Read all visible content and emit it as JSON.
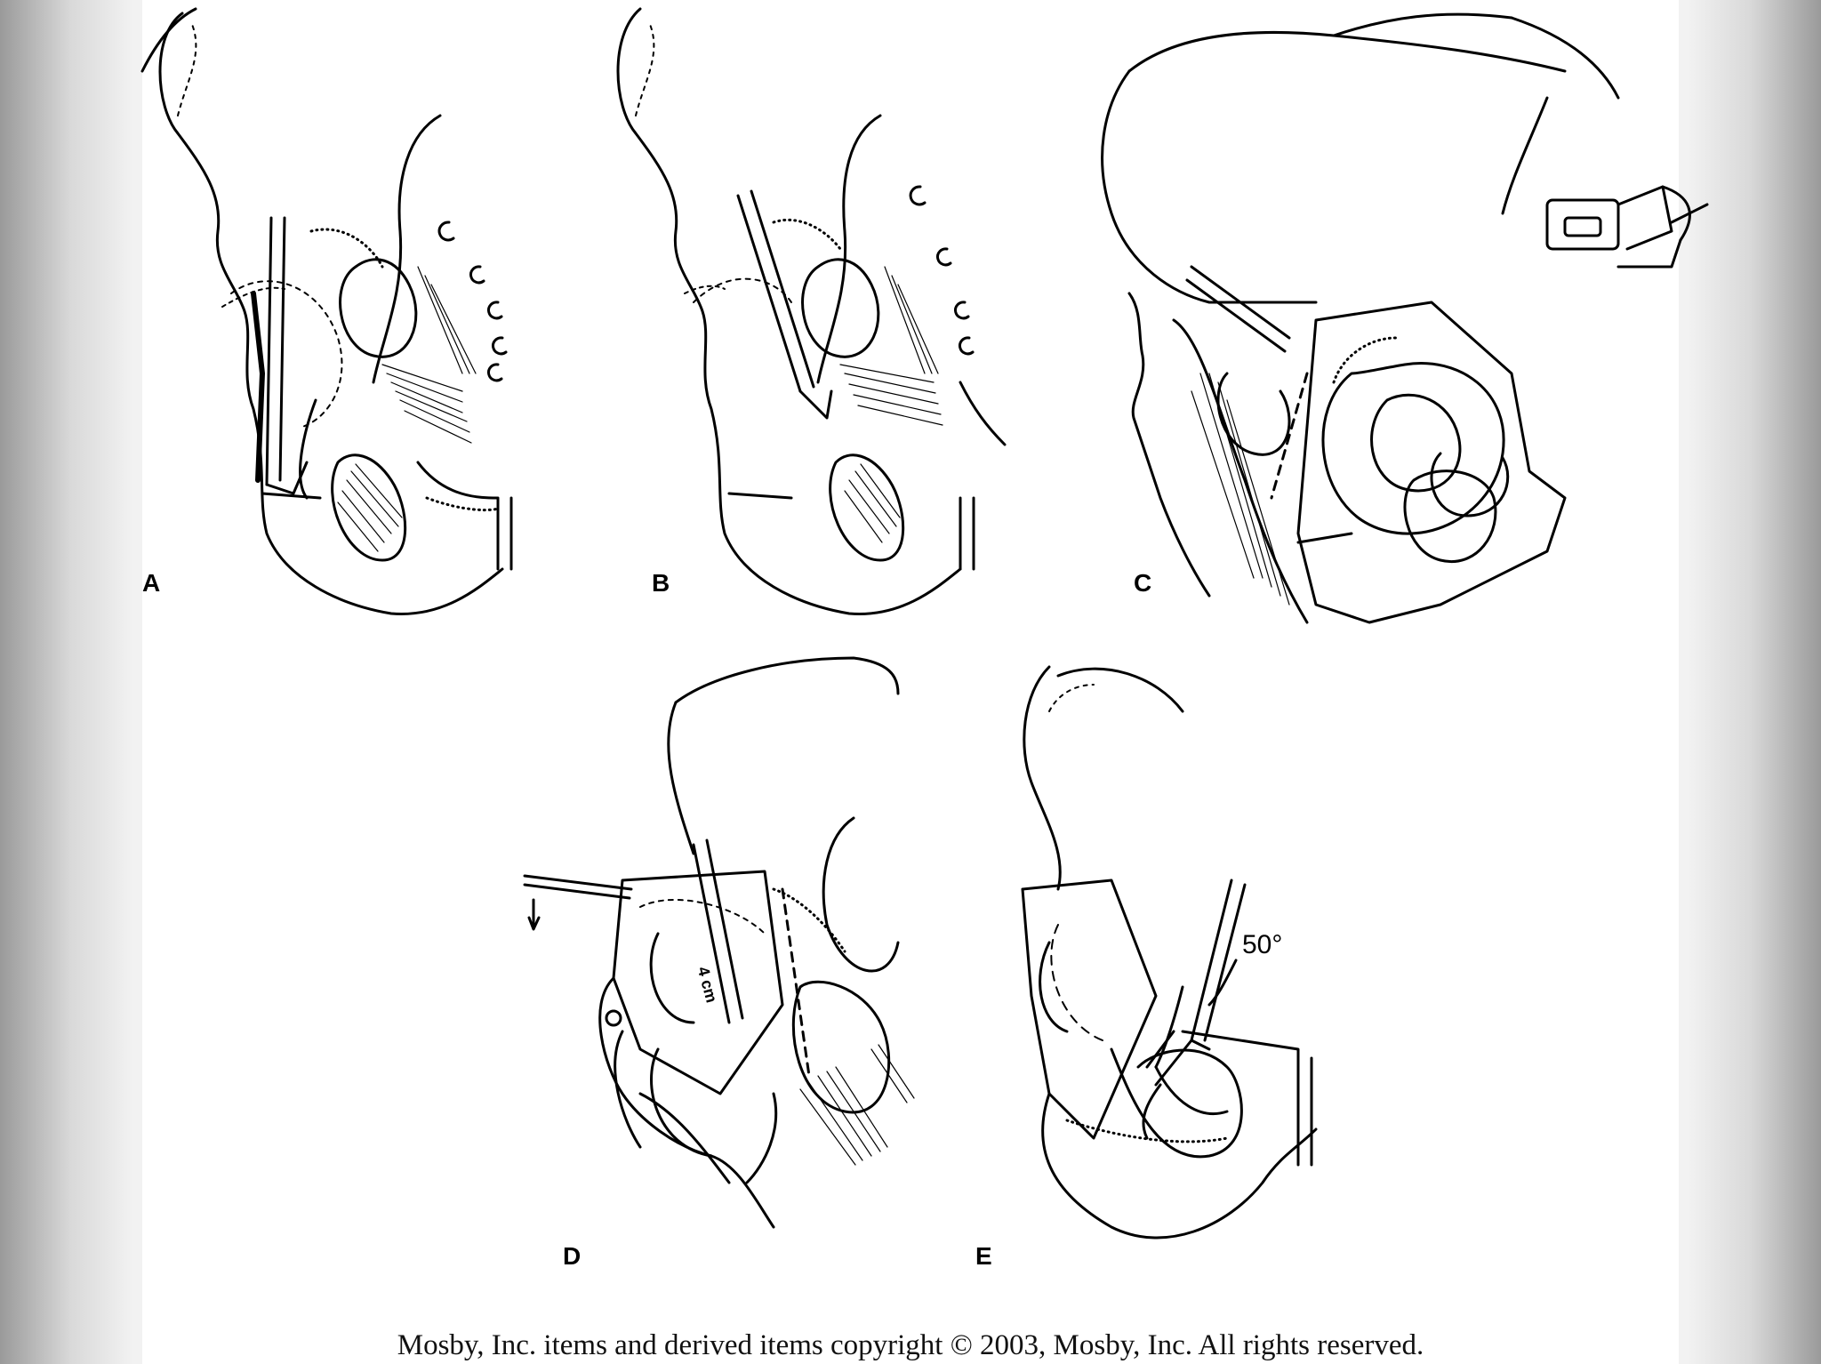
{
  "panels": [
    {
      "id": "A",
      "label": "A"
    },
    {
      "id": "B",
      "label": "B"
    },
    {
      "id": "C",
      "label": "C"
    },
    {
      "id": "D",
      "label": "D",
      "annotation": "4 cm"
    },
    {
      "id": "E",
      "label": "E",
      "annotation": "50°"
    }
  ],
  "footer": {
    "copyright": "Mosby, Inc. items and derived items copyright © 2003, Mosby, Inc. All rights reserved."
  },
  "colors": {
    "background_edge": "#9a9a9a",
    "panel": "#ffffff",
    "ink": "#000000"
  }
}
